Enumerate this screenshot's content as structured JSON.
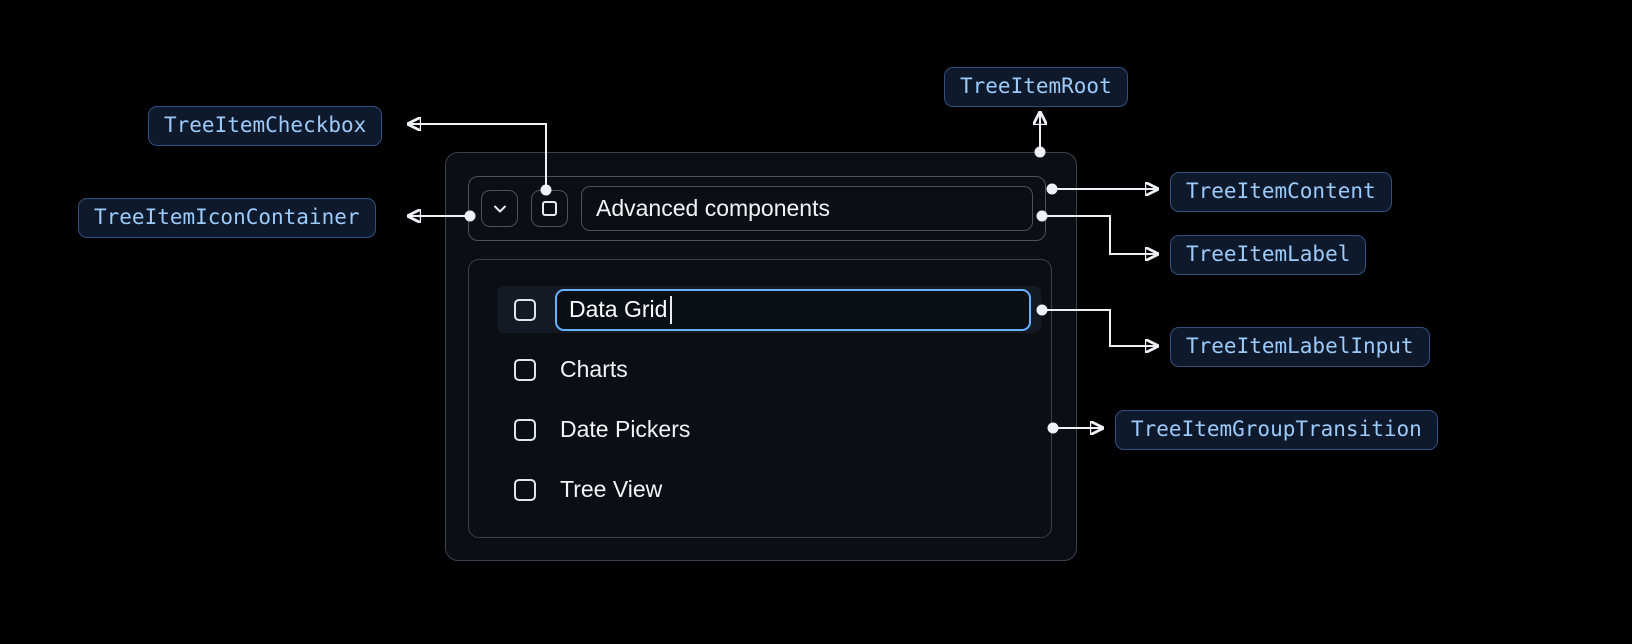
{
  "badges": {
    "root": "TreeItemRoot",
    "checkbox": "TreeItemCheckbox",
    "icon_container": "TreeItemIconContainer",
    "content": "TreeItemContent",
    "label": "TreeItemLabel",
    "label_input": "TreeItemLabelInput",
    "group_transition": "TreeItemGroupTransition"
  },
  "tree": {
    "header_label": "Advanced components",
    "items": [
      {
        "label": "Data Grid",
        "state": "editing"
      },
      {
        "label": "Charts"
      },
      {
        "label": "Date Pickers"
      },
      {
        "label": "Tree View"
      }
    ]
  },
  "icons": {
    "chevron_down": "⌄",
    "checkbox_square": "▢",
    "text_caret": "|"
  },
  "colors": {
    "background": "#000000",
    "panel_background": "#0b0e13",
    "panel_border": "#3a424e",
    "inner_border": "#49525f",
    "row_highlight": "#141923",
    "accent_input_border": "#66b2ff",
    "badge_background": "#0e1a2c",
    "badge_border": "#31507e",
    "badge_text": "#9ccafa",
    "text": "#f2f4f7",
    "arrow": "#eef1f5"
  }
}
